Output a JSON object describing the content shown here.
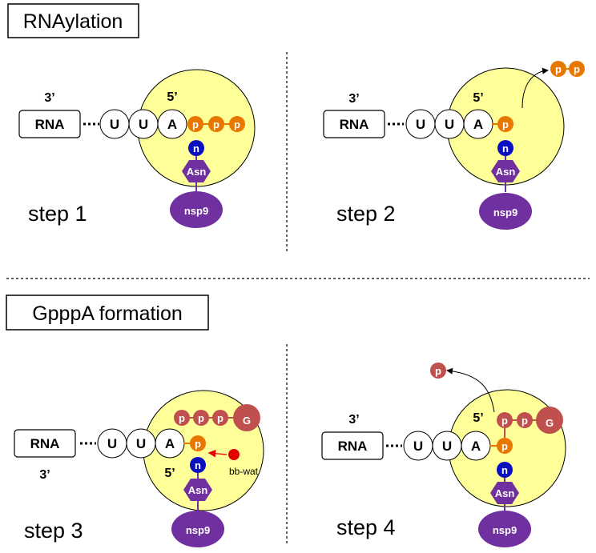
{
  "colors": {
    "pocket": "#ffff99",
    "phosphate_orange": "#e87700",
    "phosphate_red": "#c0504d",
    "n_blue": "#0a10c0",
    "nsp9_purple": "#7030a0",
    "arrow_red": "#e00000"
  },
  "titles": {
    "rnaylation": "RNAylation",
    "gpppa": "GpppA formation"
  },
  "labels": {
    "rna": "RNA",
    "u": "U",
    "a": "A",
    "p": "p",
    "n": "n",
    "asn": "Asn",
    "nsp9": "nsp9",
    "g": "G",
    "three_prime": "3’",
    "five_prime": "5’",
    "bb_wat": "bb-wat"
  },
  "steps": {
    "s1": "step 1",
    "s2": "step 2",
    "s3": "step 3",
    "s4": "step 4"
  }
}
